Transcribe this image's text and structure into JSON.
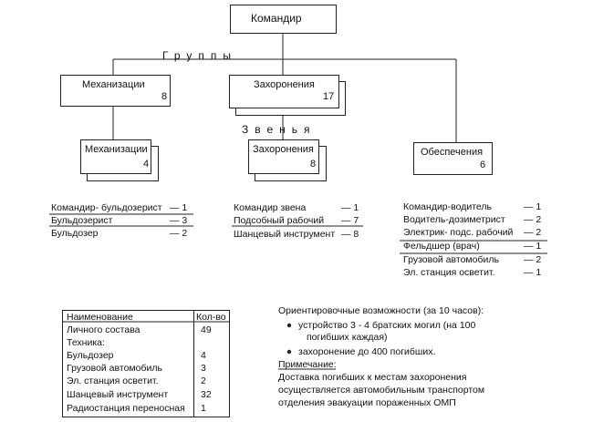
{
  "commander": "Командир",
  "groups_label": "Группы",
  "links_label": "Звенья",
  "groups": [
    {
      "name": "Механизации",
      "count": "8"
    },
    {
      "name": "Захоронения",
      "count": "17"
    }
  ],
  "links": [
    {
      "name": "Механизации",
      "count": "4"
    },
    {
      "name": "Захоронения",
      "count": "8"
    },
    {
      "name": "Обеспечения",
      "count": "6"
    }
  ],
  "mech_roster": [
    {
      "text": "Командир- бульдозерист",
      "count": "— 1"
    },
    {
      "text": "Бульдозерист",
      "count": "— 3"
    },
    {
      "text": "Бульдозер",
      "count": "— 2"
    }
  ],
  "burial_roster": [
    {
      "text": "Командир звена",
      "count": "— 1"
    },
    {
      "text": "Подсобный рабочий",
      "count": "— 7"
    },
    {
      "text": "Шанцевый инструмент",
      "count": "— 8"
    }
  ],
  "support_roster": [
    {
      "text": "Командир-водитель",
      "count": "— 1"
    },
    {
      "text": "Водитель-дозиметрист",
      "count": "— 2"
    },
    {
      "text": "Электрик- подс. рабочий",
      "count": "— 2"
    },
    {
      "text": "Фельдшер (врач)",
      "count": "— 1"
    },
    {
      "text": "Грузовой автомобиль",
      "count": "— 2"
    },
    {
      "text": "Эл. станция осветит.",
      "count": "— 1"
    }
  ],
  "table": {
    "header": [
      "Наименование",
      "Кол-во"
    ],
    "rows": [
      [
        "Личного состава",
        "49"
      ],
      [
        "Техника:",
        ""
      ],
      [
        "Бульдозер",
        "4"
      ],
      [
        "Грузовой автомобиль",
        "3"
      ],
      [
        "Эл. станция осветит.",
        "2"
      ],
      [
        "Шанцевый инструмент",
        "32"
      ],
      [
        "Радиостанция переносная",
        "1"
      ]
    ]
  },
  "notes": {
    "capabilities_title": "Ориентировочные возможности (за 10 часов):",
    "bullet1_line1": "устройство 3 - 4 братских могил (на 100",
    "bullet1_line2": "погибших каждая)",
    "bullet2": "захоронение до 400 погибших.",
    "note_title": "Примечание:",
    "note_line1": "Доставка погибших к местам захоронения",
    "note_line2": "осуществляется автомобильным транспортом",
    "note_line3": "отделения эвакуации пораженных ОМП"
  }
}
